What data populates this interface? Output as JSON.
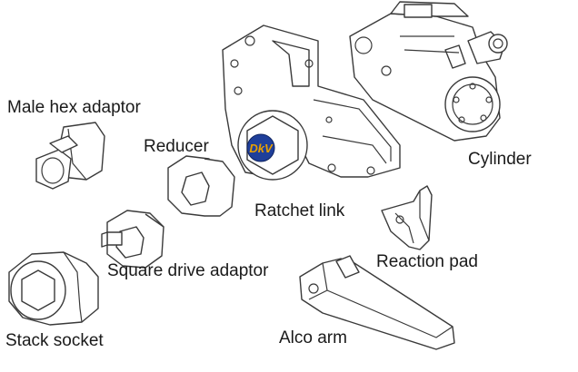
{
  "labels": {
    "male_hex_adaptor": "Male hex adaptor",
    "reducer": "Reducer",
    "ratchet_link": "Ratchet link",
    "cylinder": "Cylinder",
    "square_drive_adaptor": "Square drive adaptor",
    "reaction_pad": "Reaction pad",
    "stack_socket": "Stack socket",
    "alco_arm": "Alco arm"
  },
  "logo": {
    "text": "DkV",
    "color": "#e8a000",
    "background": "#1f3f9a"
  }
}
